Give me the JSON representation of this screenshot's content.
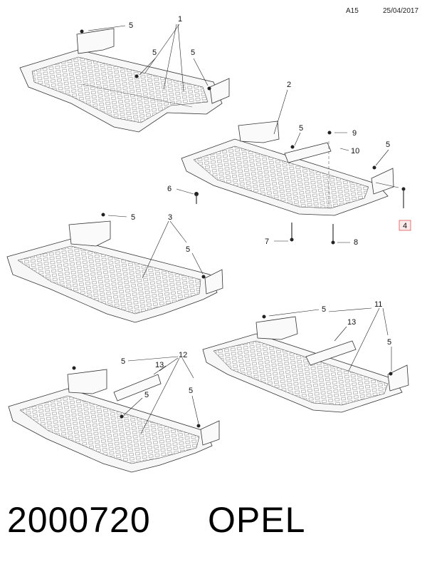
{
  "header": {
    "page_code": "A15",
    "date": "25/04/2017"
  },
  "callouts": {
    "c1": "1",
    "c2": "2",
    "c3": "3",
    "c4": "4",
    "c5": "5",
    "c6": "6",
    "c7": "7",
    "c8": "8",
    "c9": "9",
    "c10": "10",
    "c11": "11",
    "c12": "12",
    "c13": "13"
  },
  "highlight_color": "#e05555",
  "footer": {
    "part_number": "2000720",
    "brand": "OPEL"
  }
}
